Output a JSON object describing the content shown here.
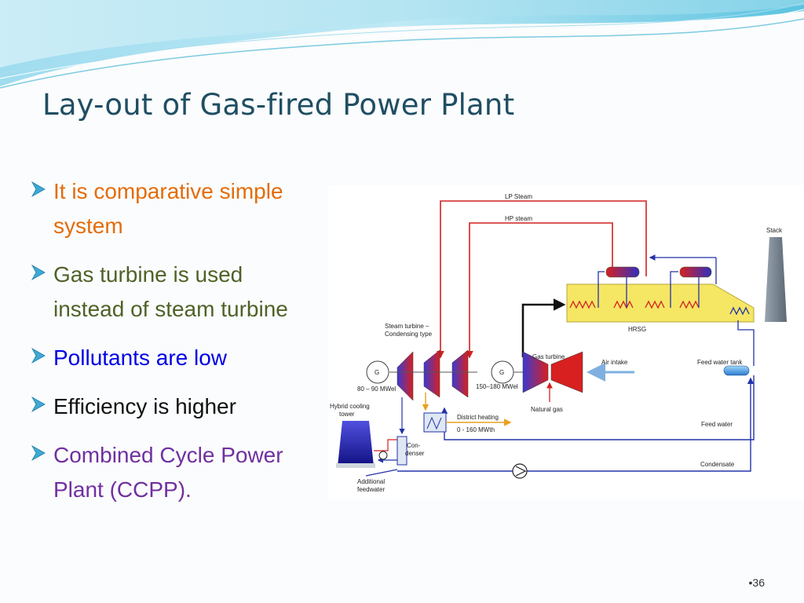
{
  "slide": {
    "title": "Lay-out of Gas-fired Power Plant",
    "page_number": "•36"
  },
  "bullets": [
    {
      "text": "It is comparative simple\nsystem",
      "color": "#e36c09"
    },
    {
      "text": "Gas turbine is used\ninstead of steam turbine",
      "color": "#4f6228"
    },
    {
      "text": "Pollutants are low",
      "color": "#0000e6"
    },
    {
      "text": "Efficiency is higher",
      "color": "#111111"
    },
    {
      "text": "Combined Cycle Power\nPlant (CCPP).",
      "color": "#7030a0"
    }
  ],
  "diagram": {
    "labels": {
      "lp_steam": "LP Steam",
      "hp_steam": "HP steam",
      "stack": "Stack",
      "hrsg": "HRSG",
      "steam_turbine_1": "Steam turbine –",
      "steam_turbine_2": "Condensing type",
      "gas_turbine": "Gas turbine",
      "air_intake": "Air intake",
      "feed_water_tank": "Feed water tank",
      "generator_1_output": "80 – 90 MWel",
      "generator_2_output": "150–180 MWel",
      "generator_symbol": "G",
      "hybrid_cooling_1": "Hybrid cooling",
      "hybrid_cooling_2": "tower",
      "district_heating_1": "District heating",
      "district_heating_2": "0 - 160 MWth",
      "natural_gas": "Natural gas",
      "condenser_1": "Con-",
      "condenser_2": "denser",
      "feed_water": "Feed water",
      "condensate": "Condensate",
      "additional_feedwater_1": "Additional",
      "additional_feedwater_2": "feedwater"
    },
    "colors": {
      "steam": "#d42020",
      "water": "#2233aa",
      "hrsg_fill": "#f5e663",
      "district_heating": "#e8a020",
      "air": "#7fb0e0"
    }
  }
}
